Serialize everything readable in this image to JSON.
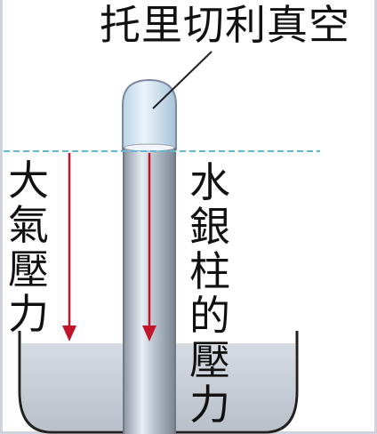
{
  "diagram": {
    "title": "托里切利真空",
    "left_label": "大氣壓力",
    "right_label": "水銀柱的壓力",
    "colors": {
      "tube_glass": "#dfe6ef",
      "mercury": "#aeb7c2",
      "basin_mercury": "#c5ccd6",
      "arrow": "#c0152a",
      "level_line": "#5fb8d6",
      "outline": "#222222"
    }
  }
}
